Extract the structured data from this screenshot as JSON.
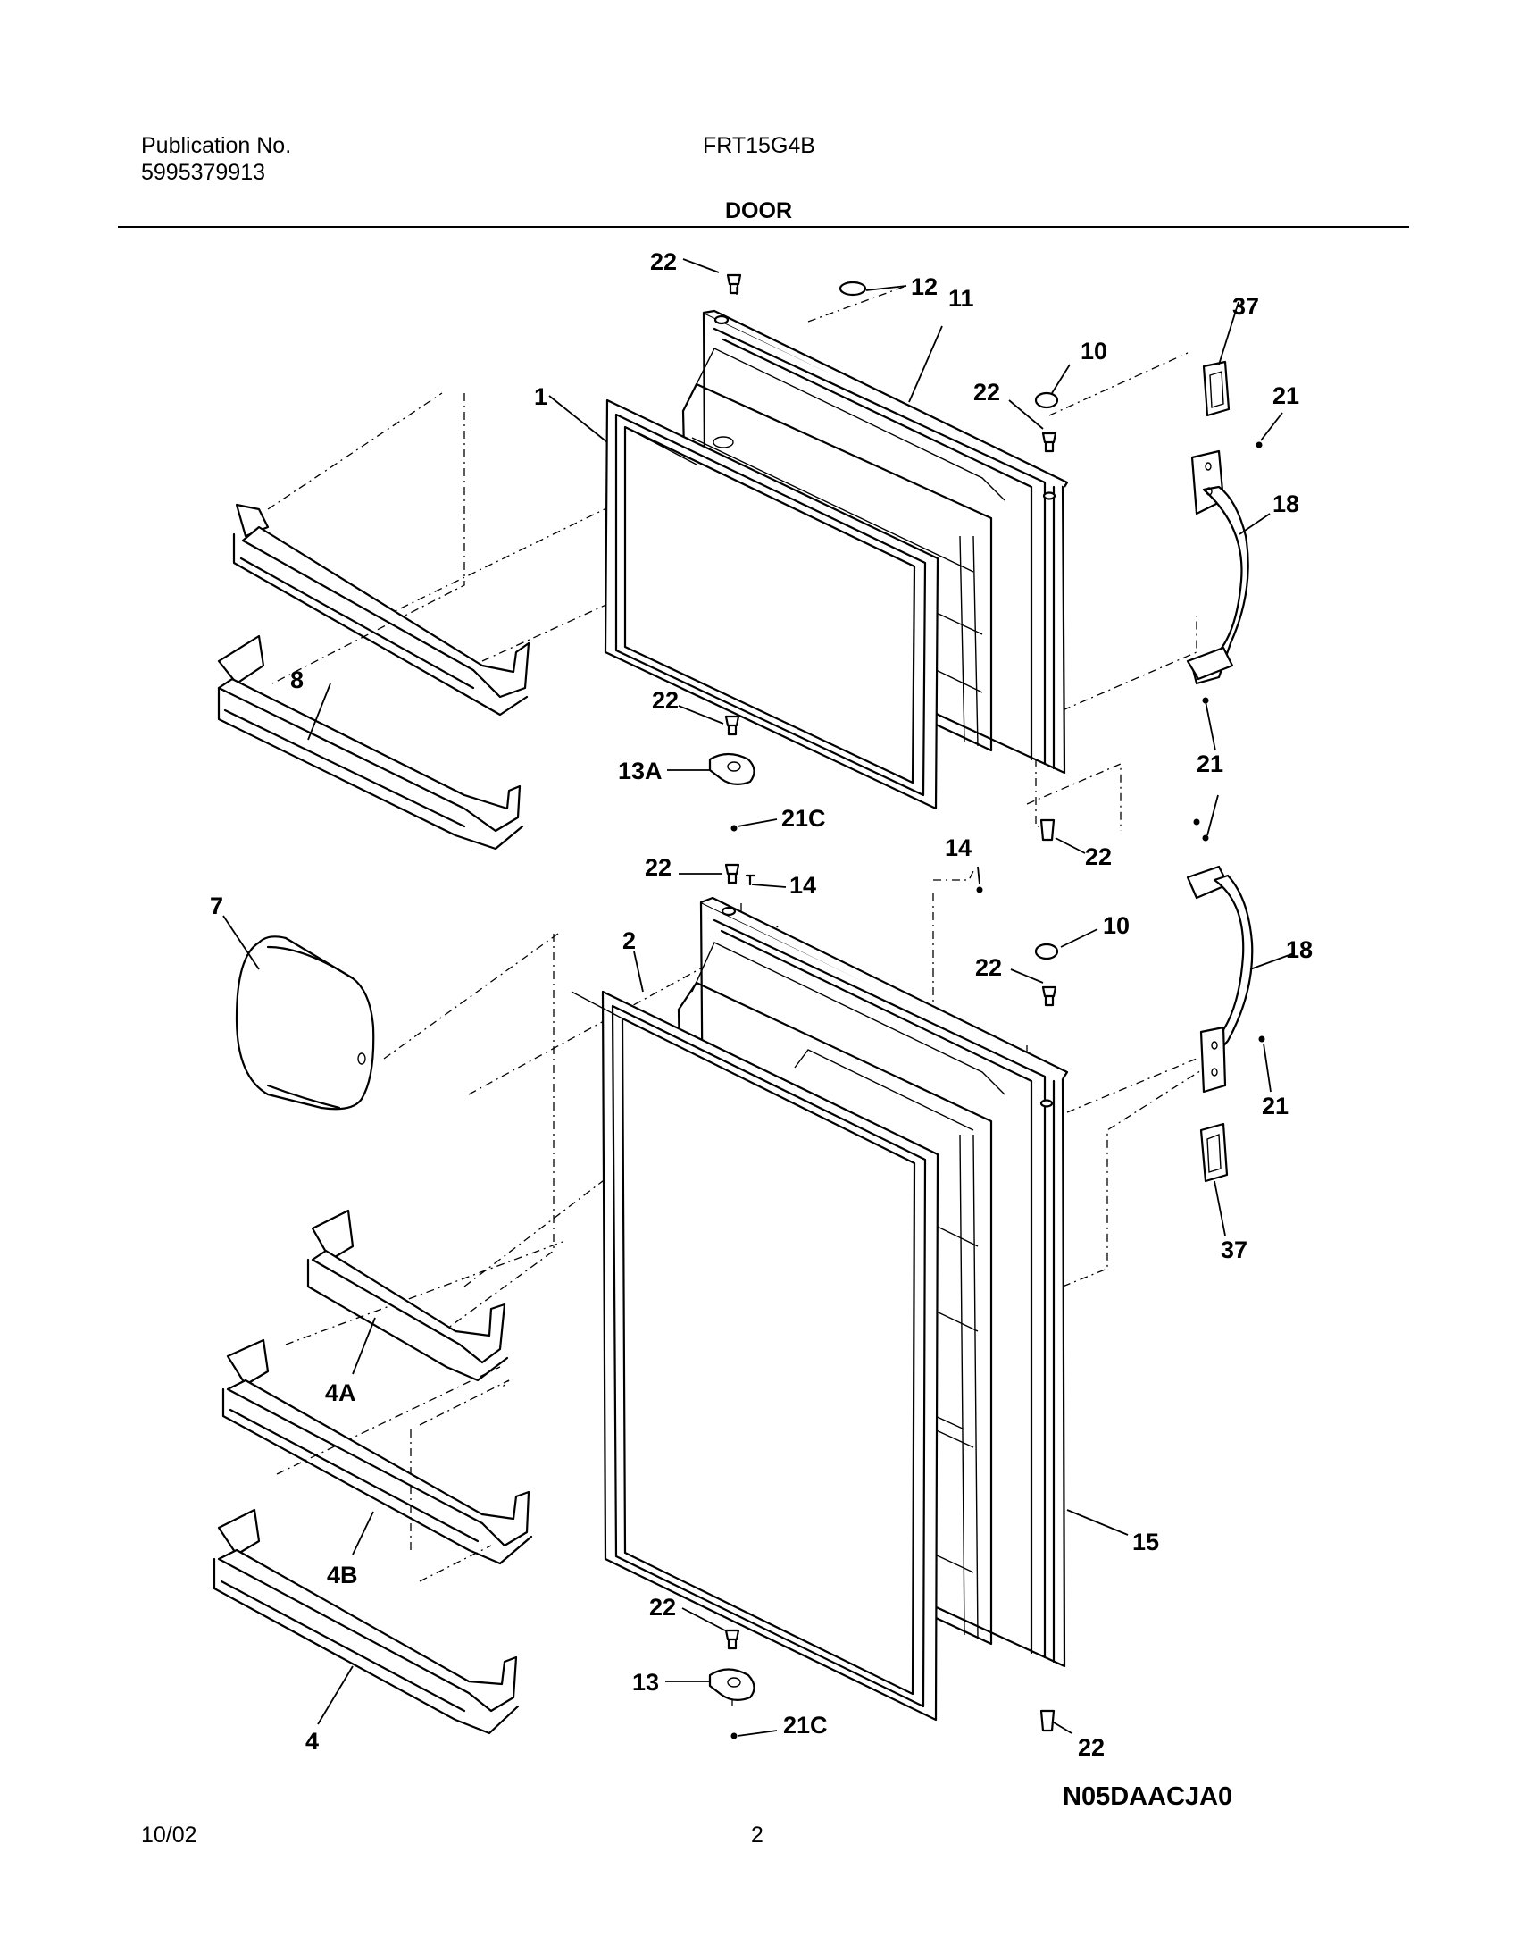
{
  "header": {
    "publication_label": "Publication No.",
    "publication_number": "5995379913",
    "model": "FRT15G4B",
    "section_title": "DOOR"
  },
  "footer": {
    "date": "10/02",
    "page_number": "2",
    "diagram_code": "N05DAACJA0"
  },
  "callouts": {
    "c1": "1",
    "c2": "2",
    "c4": "4",
    "c4a": "4A",
    "c4b": "4B",
    "c7": "7",
    "c8": "8",
    "c10a": "10",
    "c10b": "10",
    "c11": "11",
    "c12": "12",
    "c13": "13",
    "c13a": "13A",
    "c14a": "14",
    "c14b": "14",
    "c15": "15",
    "c18a": "18",
    "c18b": "18",
    "c21a": "21",
    "c21b": "21",
    "c21c": "21",
    "c21c1": "21C",
    "c21c2": "21C",
    "c22a": "22",
    "c22b": "22",
    "c22c": "22",
    "c22d": "22",
    "c22e": "22",
    "c22f": "22",
    "c22g": "22",
    "c22h": "22",
    "c37a": "37",
    "c37b": "37"
  }
}
